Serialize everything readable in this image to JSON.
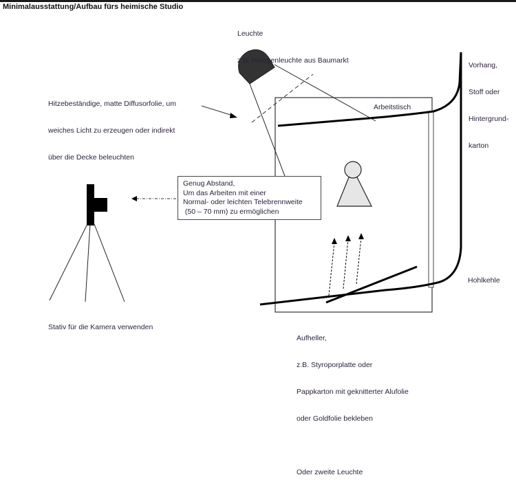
{
  "title": "Minimalausstattung/Aufbau fürs heimische Studio",
  "labels": {
    "lamp": [
      "Leuchte",
      "z.B. Halogenleuchte aus Baumarkt"
    ],
    "diffusor": [
      "Hitzebeständige, matte Diffusorfolie, um",
      "weiches Licht zu erzeugen oder indirekt",
      "über die Decke beleuchten"
    ],
    "curtain": [
      "Vorhang,",
      "Stoff oder",
      "Hintergrund-",
      "karton"
    ],
    "table": "Arbeitstisch",
    "cove": "Hohlkehle",
    "tripod": "Stativ für die Kamera verwenden",
    "reflector": [
      "Aufheller,",
      "z.B. Styroporplatte oder",
      "Pappkarton mit geknitterter Alufolie",
      "oder Goldfolie bekleben",
      "",
      "Oder zweite Leuchte"
    ]
  },
  "distance_note": [
    "Genug Abstand,",
    "Um das Arbeiten mit einer",
    "Normal- oder leichten Telebrennweite",
    " (50 – 70 mm) zu ermöglichen"
  ],
  "icons": {
    "lamp": "lamp-icon",
    "camera": "camera-icon",
    "subject": "subject-figure-icon"
  },
  "colors": {
    "ink": "#111111",
    "lamp_fill": "#333333",
    "figure_fill": "#e6e6e6",
    "text": "#2a1f3a"
  }
}
